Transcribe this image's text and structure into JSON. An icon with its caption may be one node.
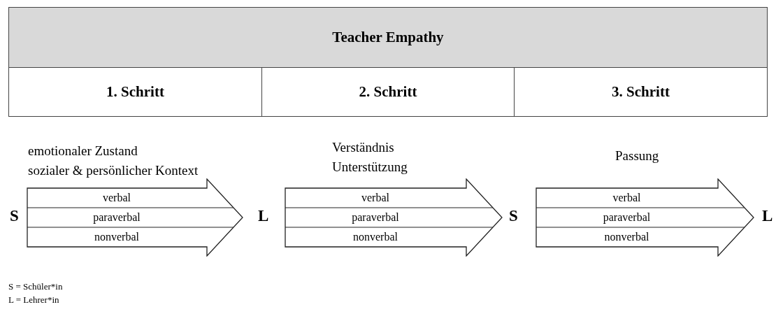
{
  "diagram": {
    "nodes": [
      {
        "text": [
          "Teacher Empathy"
        ]
      },
      {
        "text": [
          "1. Schritt"
        ]
      },
      {
        "text": [
          "2. Schritt"
        ]
      },
      {
        "text": [
          "3. Schritt"
        ]
      },
      {
        "text": [
          "verbal",
          "paraverbal",
          "nonverbal"
        ],
        "beside": [
          "emotionaler Zustand",
          "sozialer & persönlicher Kontext"
        ]
      },
      {
        "text": [
          "verbal",
          "paraverbal",
          "nonverbal"
        ],
        "beside": [
          "Verständnis",
          "Unterstützung"
        ]
      },
      {
        "text": [
          "verbal",
          "paraverbal",
          "nonverbal"
        ],
        "beside": [
          "Passung"
        ]
      }
    ],
    "edges": [],
    "labels": [
      "S",
      "L",
      "S",
      "L",
      "S = Schüler*in",
      "L = Lehrer*in"
    ]
  }
}
